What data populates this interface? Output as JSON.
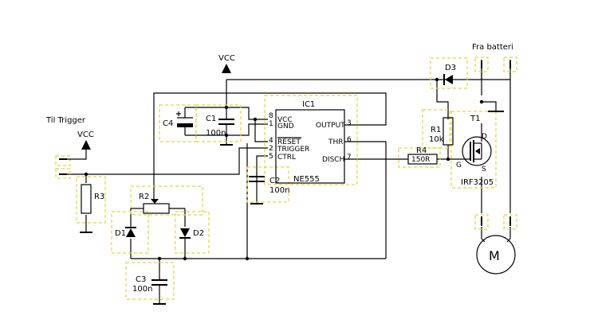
{
  "labels": {
    "fra_batteri": "Fra batteri",
    "til_trigger": "Til Trigger",
    "vcc_top": "VCC",
    "vcc_left": "VCC",
    "ic1": "IC1",
    "ne555": "NE555",
    "motor": "M"
  },
  "pins": {
    "vcc": "VCC",
    "gnd": "GND",
    "reset": "RESET",
    "trigger": "TRIGGER",
    "ctrl": "CTRL",
    "output": "OUTPUT",
    "thr": "THR",
    "disch": "DISCH",
    "p8": "8",
    "p1": "1",
    "p4": "4",
    "p2": "2",
    "p5": "5",
    "p3": "3",
    "p6": "6",
    "p7": "7"
  },
  "components": {
    "c1": {
      "name": "C1",
      "value": "100n"
    },
    "c2": {
      "name": "C2",
      "value": "100n"
    },
    "c3": {
      "name": "C3",
      "value": "100n"
    },
    "c4": {
      "name": "C4"
    },
    "r1": {
      "name": "R1",
      "value": "10k"
    },
    "r2": {
      "name": "R2"
    },
    "r3": {
      "name": "R3"
    },
    "r4": {
      "name": "R4",
      "value": "150R"
    },
    "d1": {
      "name": "D1"
    },
    "d2": {
      "name": "D2"
    },
    "d3": {
      "name": "D3"
    },
    "t1": {
      "name": "T1",
      "part": "IRF3205",
      "g": "G",
      "d": "D",
      "s": "S"
    }
  }
}
